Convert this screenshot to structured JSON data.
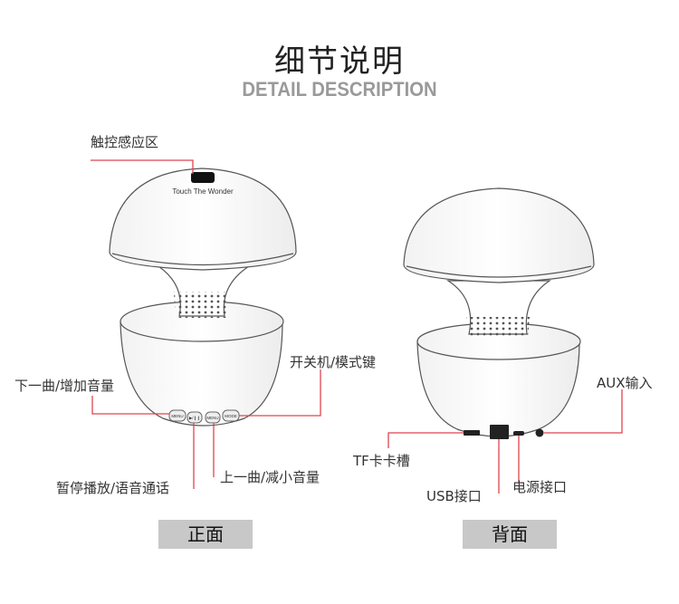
{
  "header": {
    "title_cn": "细节说明",
    "title_en": "DETAIL DESCRIPTION"
  },
  "front": {
    "brand": "Touch The Wonder",
    "buttons": [
      "MENU",
      "▶/❙❙",
      "MENU",
      "MODE"
    ],
    "labels": {
      "touch": "触控感应区",
      "power_mode": "开关机/模式键",
      "next_vol": "下一曲/增加音量",
      "prev_vol": "上一曲/减小音量",
      "play_voice": "暂停播放/语音通话"
    },
    "caption": "正面"
  },
  "back": {
    "labels": {
      "aux": "AUX输入",
      "tf": "TF卡卡槽",
      "usb": "USB接口",
      "power": "电源接口"
    },
    "caption": "背面"
  },
  "colors": {
    "leader": "#e0454f",
    "outline": "#555555",
    "caption_bg": "#c8c8c8"
  }
}
